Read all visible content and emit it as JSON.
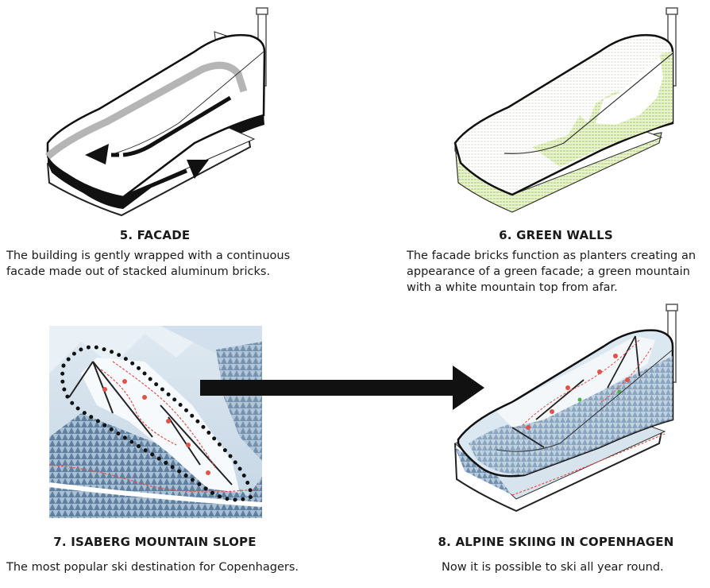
{
  "panels": [
    {
      "title": "5. FACADE",
      "lines": [
        "The building is gently wrapped with a continuous",
        "facade made out of stacked aluminum bricks."
      ]
    },
    {
      "title": "6. GREEN WALLS",
      "lines": [
        "The facade bricks function as planters creating an",
        "appearance of a green facade; a green mountain",
        "with a white mountain top from afar."
      ]
    },
    {
      "title": "7. ISABERG MOUNTAIN SLOPE",
      "lines": [
        "The most popular ski destination for Copenhagers."
      ]
    },
    {
      "title": "8. ALPINE SKIING IN COPENHAGEN",
      "lines": [
        "Now it is possible to ski all year round."
      ]
    }
  ],
  "colors": {
    "ink": "#111111",
    "grey_band": "#b5b5b5",
    "green": "#c8df9a",
    "snow_blue": "#c9dcea",
    "pine": "#6f8fae",
    "piste_red": "#e0534a"
  }
}
